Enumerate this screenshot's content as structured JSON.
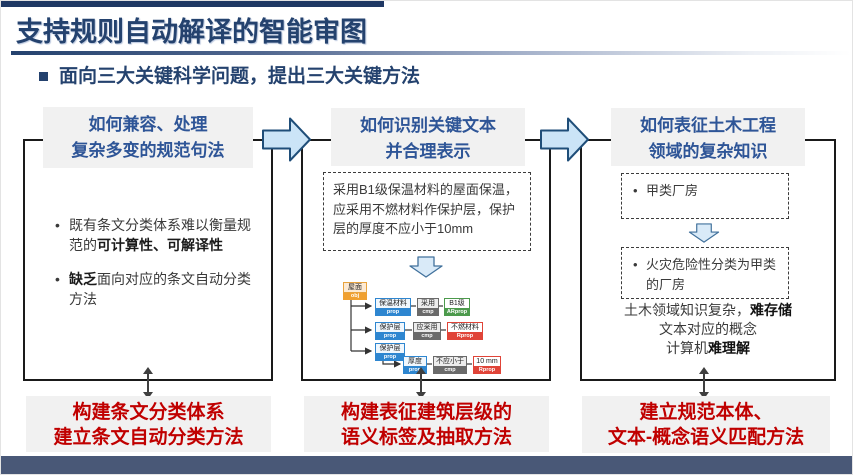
{
  "slide": {
    "title": "支持规则自动解译的智能审图",
    "subtitle": "面向三大关键科学问题，提出三大关键方法"
  },
  "colors": {
    "accent_navy": "#24426e",
    "header_text": "#2e5597",
    "red_text": "#c00000",
    "gray_box": "#f1f1f1",
    "footer_bar": "#495877",
    "arrow_fill": "#cbe4f7",
    "arrow_stroke": "#1f4e79"
  },
  "columns": [
    {
      "header_line1": "如何兼容、处理",
      "header_line2": "复杂多变的规范句法",
      "bullet1_pre": "既有条文分类体系难以衡量规范的",
      "bullet1_bold": "可计算性、可解译性",
      "bullet2_bold": "缺乏",
      "bullet2_post": "面向对应的条文自动分类方法",
      "footer_line1": "构建条文分类体系",
      "footer_line2": "建立条文自动分类方法"
    },
    {
      "header_line1": "如何识别关键文本",
      "header_line2": "并合理表示",
      "sample_text": "采用B1级保温材料的屋面保温，应采用不燃材料作保护层，保护层的厚度不应小于10mm",
      "footer_line1": "构建表征建筑层级的",
      "footer_line2": "语义标签及抽取方法",
      "tree": {
        "nodes": [
          {
            "label": "屋面",
            "tag": "obj"
          },
          {
            "label": "保温材料",
            "tag": "prop"
          },
          {
            "label": "采用",
            "tag": "cmp"
          },
          {
            "label": "B1级",
            "tag": "ARprop"
          },
          {
            "label": "保护层",
            "tag": "prop"
          },
          {
            "label": "应采用",
            "tag": "cmp"
          },
          {
            "label": "不燃材料",
            "tag": "Rprop"
          },
          {
            "label": "保护层",
            "tag": "prop"
          },
          {
            "label": "厚度",
            "tag": "prop"
          },
          {
            "label": "不应小于",
            "tag": "cmp"
          },
          {
            "label": "10 mm",
            "tag": "Rprop"
          }
        ]
      }
    },
    {
      "header_line1": "如何表征土木工程",
      "header_line2": "领域的复杂知识",
      "box1_text": "甲类厂房",
      "box2_text": "火灾危险性分类为甲类的厂房",
      "note_line1_pre": "土木领域知识复杂，",
      "note_line1_bold": "难存储",
      "note_line2": "文本对应的概念",
      "note_line3_pre": "计算机",
      "note_line3_bold": "难理解",
      "footer_line1": "建立规范本体、",
      "footer_line2": "文本-概念语义匹配方法"
    }
  ]
}
